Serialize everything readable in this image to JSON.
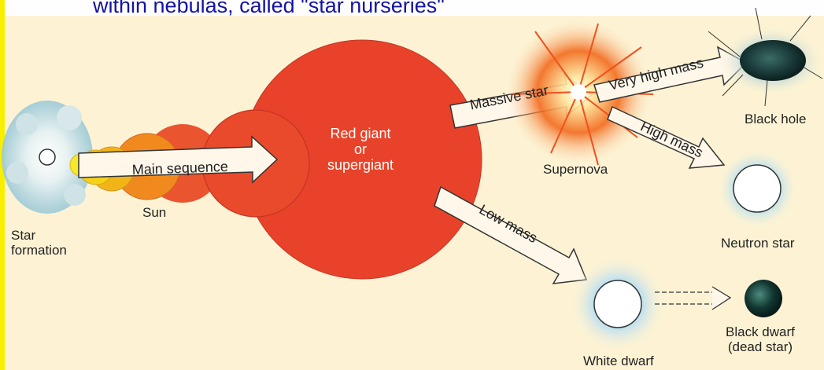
{
  "header": {
    "text": "within nebulas, called \"star nurseries\""
  },
  "labels": {
    "star_formation": "Star\nformation",
    "sun": "Sun",
    "main_sequence": "Main sequence",
    "red_giant": "Red giant\nor\nsupergiant",
    "massive_star": "Massive star",
    "supernova": "Supernova",
    "very_high_mass": "Very high mass",
    "black_hole": "Black hole",
    "high_mass": "High mass",
    "neutron_star": "Neutron star",
    "low_mass": "Low mass",
    "white_dwarf": "White dwarf",
    "black_dwarf": "Black dwarf\n(dead star)"
  },
  "colors": {
    "background": "#fdf3d4",
    "red_giant": "#e8432a",
    "sun_yellow": "#f5d21a",
    "sun_orange": "#f0a214",
    "nebula_blue": "#9cc9d6",
    "header_blue": "#1414a0",
    "burst_orange": "#f05a14"
  }
}
